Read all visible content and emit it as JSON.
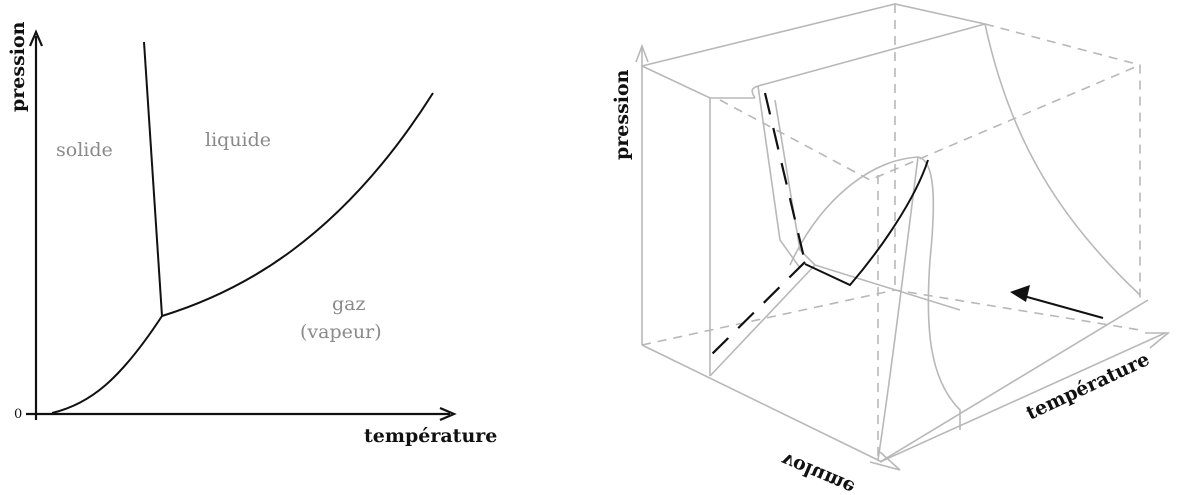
{
  "diagram_2d": {
    "y_axis_label": "pression",
    "x_axis_label": "température",
    "origin_label": "0",
    "regions": {
      "solid": "solide",
      "liquid": "liquide",
      "gas_line1": "gaz",
      "gas_line2": "(vapeur)"
    },
    "curves": [
      "sublimation curve",
      "fusion curve",
      "vaporization curve"
    ],
    "triple_point": "junction of the three curves"
  },
  "diagram_3d": {
    "axis_pressure": "pression",
    "axis_volume": "volume",
    "axis_temperature": "température",
    "arrow": "projection direction onto P-T plane"
  },
  "colors": {
    "ink": "#111111",
    "region_label": "#8a8a8a",
    "surface_lines": "#b8b8b8",
    "background": "#ffffff"
  }
}
